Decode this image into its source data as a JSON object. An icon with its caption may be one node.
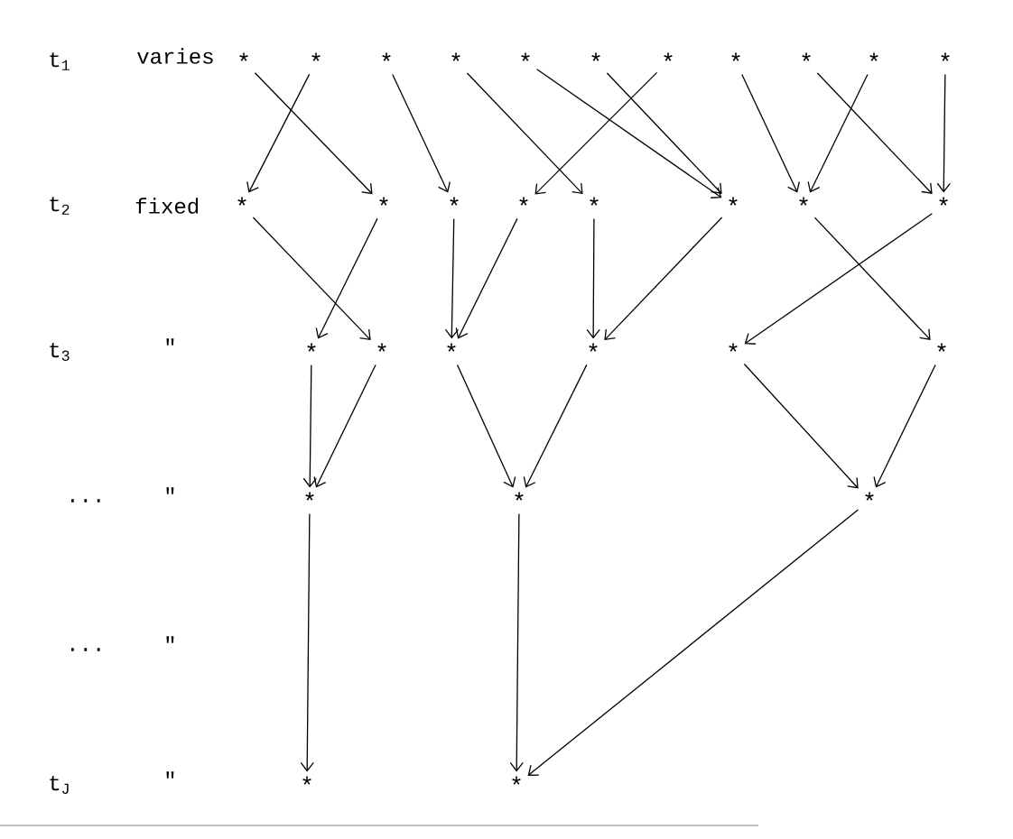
{
  "diagram": {
    "nodes": [
      {
        "text": [
          "*"
        ]
      },
      {
        "text": [
          "*"
        ]
      },
      {
        "text": [
          "*"
        ]
      },
      {
        "text": [
          "*"
        ]
      },
      {
        "text": [
          "*"
        ]
      },
      {
        "text": [
          "*"
        ]
      },
      {
        "text": [
          "*"
        ]
      },
      {
        "text": [
          "*"
        ]
      },
      {
        "text": [
          "*"
        ]
      },
      {
        "text": [
          "*"
        ]
      },
      {
        "text": [
          "*"
        ]
      },
      {
        "text": [
          "*"
        ]
      },
      {
        "text": [
          "*"
        ]
      },
      {
        "text": [
          "*"
        ]
      },
      {
        "text": [
          "*"
        ]
      },
      {
        "text": [
          "*"
        ]
      },
      {
        "text": [
          "*"
        ]
      },
      {
        "text": [
          "*"
        ]
      },
      {
        "text": [
          "*"
        ]
      },
      {
        "text": [
          "*"
        ]
      },
      {
        "text": [
          "*"
        ]
      },
      {
        "text": [
          "*"
        ]
      },
      {
        "text": [
          "*"
        ]
      },
      {
        "text": [
          "*"
        ]
      },
      {
        "text": [
          "*"
        ]
      },
      {
        "text": [
          "*"
        ]
      },
      {
        "text": [
          "*"
        ]
      },
      {
        "text": [
          "*"
        ]
      },
      {
        "text": [
          "*"
        ]
      },
      {
        "text": [
          "*"
        ]
      }
    ],
    "edges": [
      {
        "from": 0,
        "to": 12,
        "arrow": "to"
      },
      {
        "from": 1,
        "to": 11,
        "arrow": "to"
      },
      {
        "from": 2,
        "to": 13,
        "arrow": "to"
      },
      {
        "from": 3,
        "to": 15,
        "arrow": "to"
      },
      {
        "from": 4,
        "to": 16,
        "arrow": "to"
      },
      {
        "from": 5,
        "to": 16,
        "arrow": "to"
      },
      {
        "from": 6,
        "to": 14,
        "arrow": "to"
      },
      {
        "from": 7,
        "to": 17,
        "arrow": "to"
      },
      {
        "from": 8,
        "to": 18,
        "arrow": "to"
      },
      {
        "from": 9,
        "to": 17,
        "arrow": "to"
      },
      {
        "from": 10,
        "to": 18,
        "arrow": "to"
      },
      {
        "from": 11,
        "to": 20,
        "arrow": "to"
      },
      {
        "from": 12,
        "to": 19,
        "arrow": "to"
      },
      {
        "from": 13,
        "to": 21,
        "arrow": "to"
      },
      {
        "from": 14,
        "to": 21,
        "arrow": "to"
      },
      {
        "from": 15,
        "to": 22,
        "arrow": "to"
      },
      {
        "from": 16,
        "to": 22,
        "arrow": "to"
      },
      {
        "from": 17,
        "to": 24,
        "arrow": "to"
      },
      {
        "from": 18,
        "to": 23,
        "arrow": "to"
      },
      {
        "from": 19,
        "to": 25,
        "arrow": "to"
      },
      {
        "from": 20,
        "to": 25,
        "arrow": "to"
      },
      {
        "from": 21,
        "to": 26,
        "arrow": "to"
      },
      {
        "from": 22,
        "to": 26,
        "arrow": "to"
      },
      {
        "from": 23,
        "to": 27,
        "arrow": "to"
      },
      {
        "from": 24,
        "to": 27,
        "arrow": "to"
      },
      {
        "from": 25,
        "to": 28,
        "arrow": "to"
      },
      {
        "from": 26,
        "to": 29,
        "arrow": "to"
      },
      {
        "from": 27,
        "to": 29,
        "arrow": "to"
      }
    ],
    "labels": [
      "t$_{1}$",
      "varies",
      "t$_{2}$",
      "fixed",
      "t$_{3}$",
      "\"",
      "...",
      "\"",
      "...",
      "\"",
      "t$_{J}$",
      "\""
    ]
  }
}
